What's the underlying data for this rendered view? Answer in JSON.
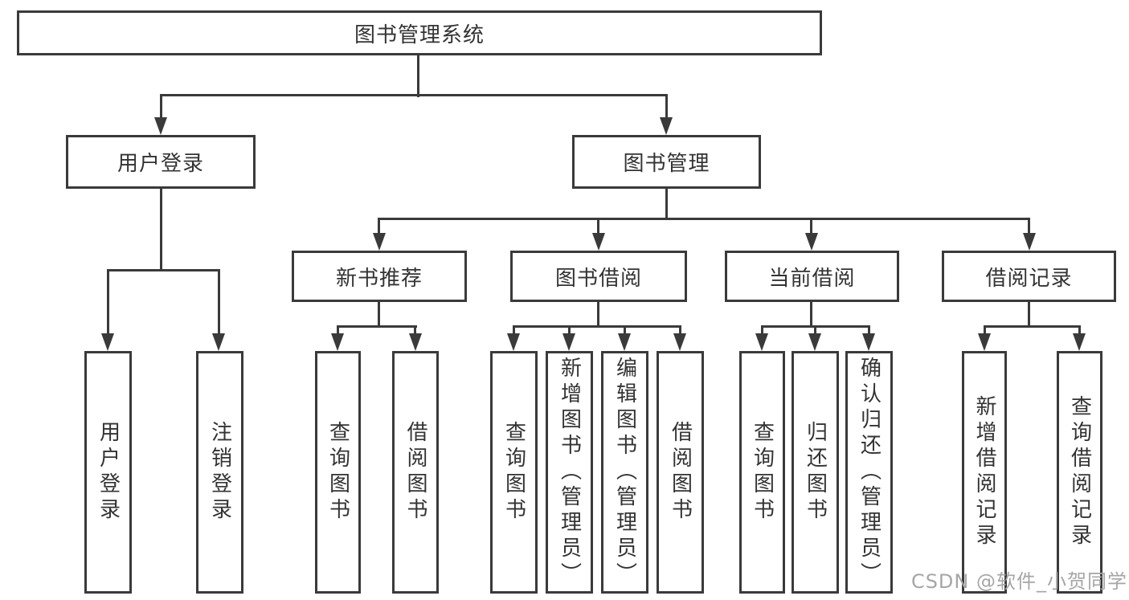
{
  "tree": {
    "label": "图书管理系统",
    "children": [
      {
        "label": "用户登录",
        "children": [
          {
            "label": "用户登录"
          },
          {
            "label": "注销登录"
          }
        ]
      },
      {
        "label": "图书管理",
        "children": [
          {
            "label": "新书推荐",
            "children": [
              {
                "label": "查询图书"
              },
              {
                "label": "借阅图书"
              }
            ]
          },
          {
            "label": "图书借阅",
            "children": [
              {
                "label": "查询图书"
              },
              {
                "label": "新增图书（管理员）"
              },
              {
                "label": "编辑图书（管理员）"
              },
              {
                "label": "借阅图书"
              }
            ]
          },
          {
            "label": "当前借阅",
            "children": [
              {
                "label": "查询图书"
              },
              {
                "label": "归还图书"
              },
              {
                "label": "确认归还（管理员）"
              }
            ]
          },
          {
            "label": "借阅记录",
            "children": [
              {
                "label": "新增借阅记录"
              },
              {
                "label": "查询借阅记录"
              }
            ]
          }
        ]
      }
    ]
  },
  "watermark": "CSDN @软件_小贺同学",
  "colors": {
    "line": "#3a3a3a",
    "text": "#333333",
    "watermark": "#a6a6a6",
    "background": "#ffffff"
  }
}
